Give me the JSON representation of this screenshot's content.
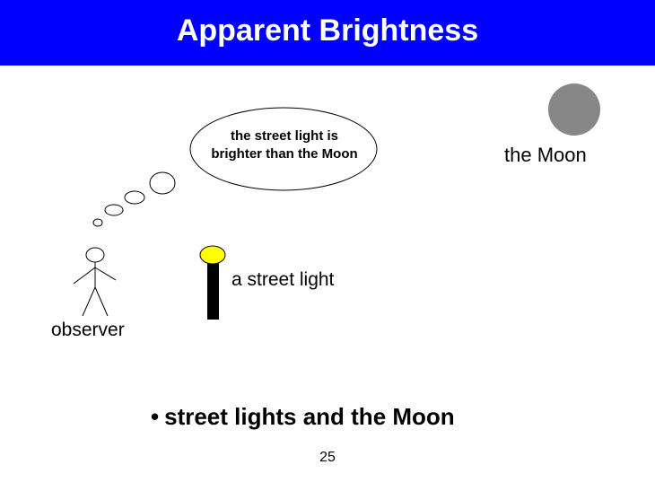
{
  "colors": {
    "title_bar": "#0000ff",
    "title_text": "#ffffff",
    "moon": "#878787",
    "lamp_head": "#ffff00",
    "lamp_pole": "#000000"
  },
  "title": "Apparent Brightness",
  "thought": {
    "line1": "the street light is",
    "line2": "brighter than the Moon"
  },
  "labels": {
    "moon": "the Moon",
    "street_light": "a street light",
    "observer": "observer"
  },
  "bullet": {
    "symbol": "•",
    "text": "street lights and the Moon"
  },
  "page_number": "25"
}
